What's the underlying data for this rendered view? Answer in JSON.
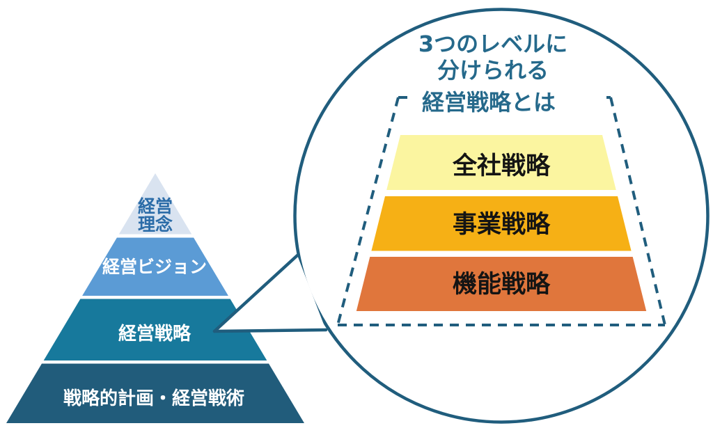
{
  "pyramid": {
    "levels": [
      {
        "label": "経営理念",
        "lines": [
          "経営",
          "理念"
        ],
        "color": "#D9E3F0",
        "text_color": "#2B6CA8"
      },
      {
        "label": "経営ビジョン",
        "color": "#5B9BD5",
        "text_color": "#FFFFFF"
      },
      {
        "label": "経営戦略",
        "color": "#17799C",
        "text_color": "#FFFFFF"
      },
      {
        "label": "戦略的計画・経営戦術",
        "color": "#215C7B",
        "text_color": "#FFFFFF"
      }
    ]
  },
  "bubble": {
    "title_lines": [
      "3つのレベルに",
      "分けられる",
      "経営戦略とは"
    ],
    "title_color": "#25698B",
    "outline_color": "#205D7D",
    "background_color": "#FFFFFF",
    "label_text_color": "#141414",
    "levels": [
      {
        "label": "全社戦略",
        "color": "#FBF5A0"
      },
      {
        "label": "事業戦略",
        "color": "#F6B015"
      },
      {
        "label": "機能戦略",
        "color": "#E0763C"
      }
    ]
  }
}
